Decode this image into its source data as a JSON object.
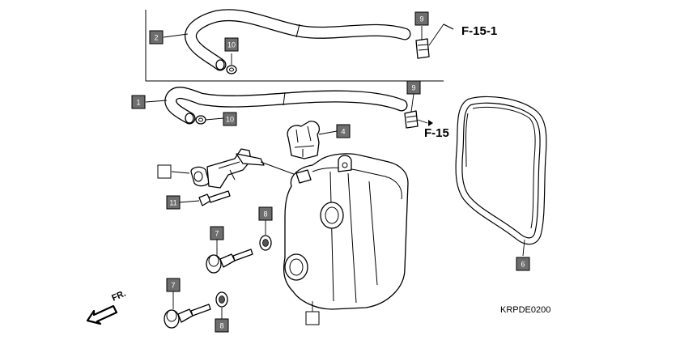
{
  "diagram": {
    "code": "KRPDE0200",
    "direction_label": "FR.",
    "colors": {
      "callout_fill": "#6e6e6e",
      "line": "#000000",
      "background": "#ffffff"
    },
    "references": [
      {
        "id": "ref-f15-1",
        "text": "F-15-1"
      },
      {
        "id": "ref-f15",
        "text": "F-15"
      }
    ],
    "callouts": [
      {
        "id": "c2",
        "label": "2"
      },
      {
        "id": "c10a",
        "label": "10"
      },
      {
        "id": "c9a",
        "label": "9"
      },
      {
        "id": "c1",
        "label": "1"
      },
      {
        "id": "c10b",
        "label": "10"
      },
      {
        "id": "c9b",
        "label": "9"
      },
      {
        "id": "c4",
        "label": "4"
      },
      {
        "id": "c-blank-1",
        "label": ""
      },
      {
        "id": "c11",
        "label": "11"
      },
      {
        "id": "c8a",
        "label": "8"
      },
      {
        "id": "c7a",
        "label": "7"
      },
      {
        "id": "c7b",
        "label": "7"
      },
      {
        "id": "c8b",
        "label": "8"
      },
      {
        "id": "c-blank-2",
        "label": ""
      },
      {
        "id": "c6",
        "label": "6"
      }
    ]
  }
}
